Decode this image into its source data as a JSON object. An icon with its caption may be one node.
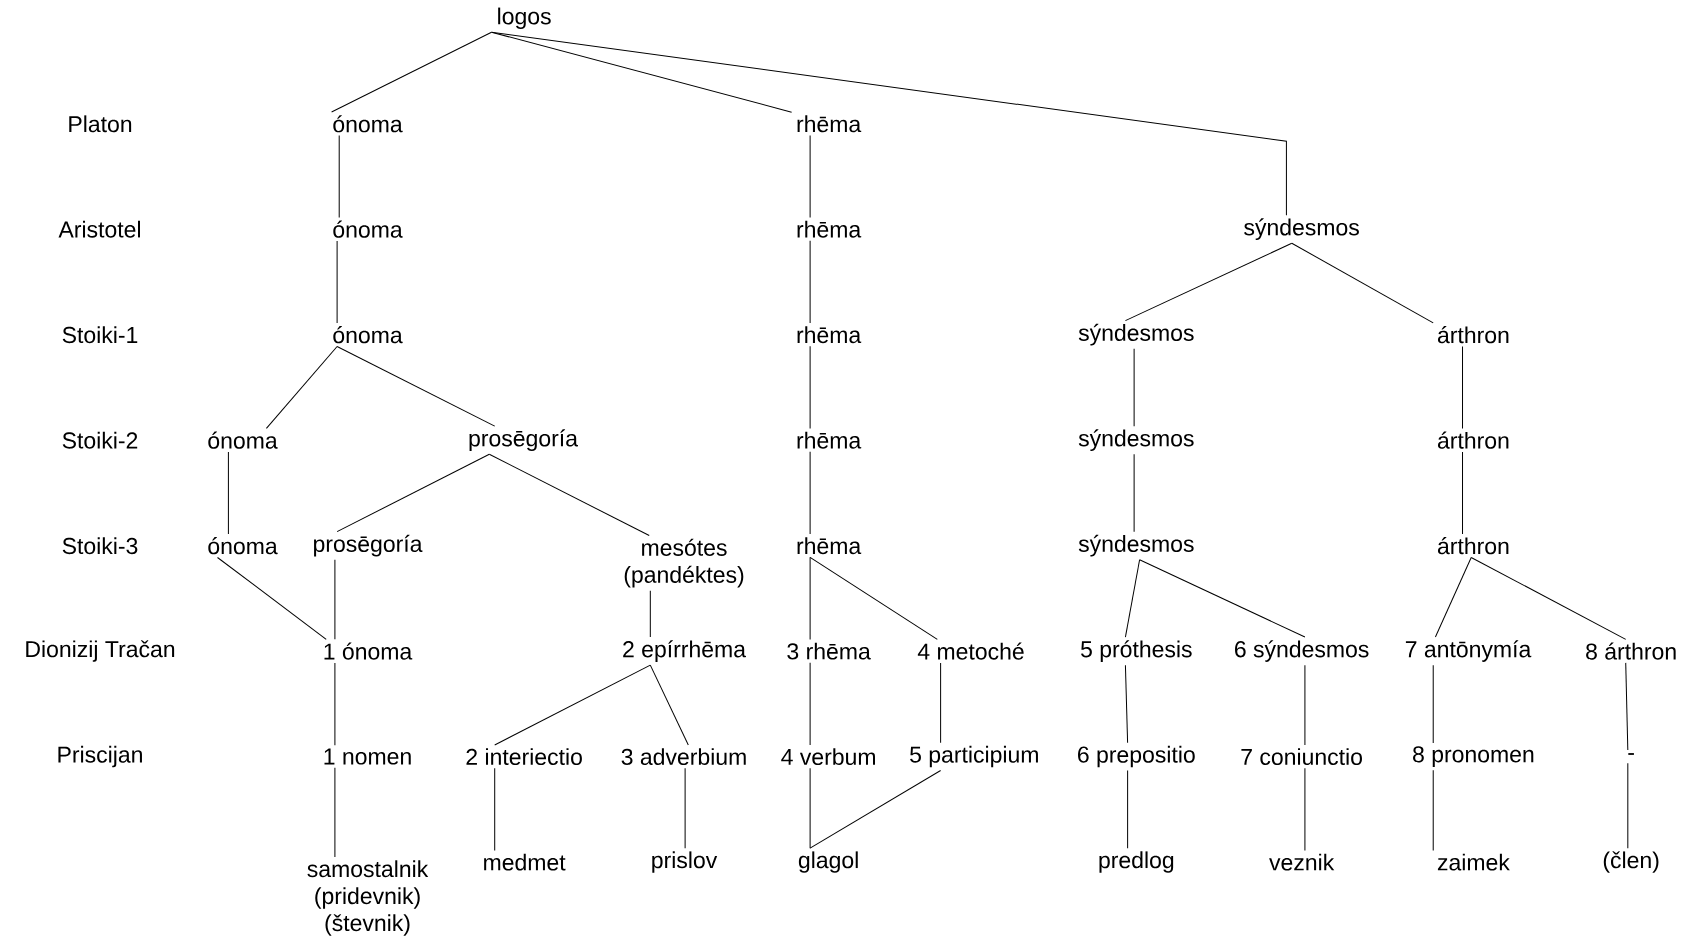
{
  "diagram": {
    "nodes": [
      {
        "text": [
          "logos"
        ]
      },
      {
        "text": [
          "ónoma"
        ]
      },
      {
        "text": [
          "rhēma"
        ]
      },
      {
        "text": [
          "ónoma"
        ]
      },
      {
        "text": [
          "rhēma"
        ]
      },
      {
        "text": [
          "sýndesmos"
        ]
      },
      {
        "text": [
          "ónoma"
        ]
      },
      {
        "text": [
          "rhēma"
        ]
      },
      {
        "text": [
          "sýndesmos"
        ]
      },
      {
        "text": [
          "árthron"
        ]
      },
      {
        "text": [
          "ónoma"
        ]
      },
      {
        "text": [
          "prosēgoría"
        ]
      },
      {
        "text": [
          "rhēma"
        ]
      },
      {
        "text": [
          "sýndesmos"
        ]
      },
      {
        "text": [
          "árthron"
        ]
      },
      {
        "text": [
          "ónoma"
        ]
      },
      {
        "text": [
          "prosēgoría"
        ]
      },
      {
        "text": [
          "mesótes (pandéktes)"
        ]
      },
      {
        "text": [
          "rhēma"
        ]
      },
      {
        "text": [
          "sýndesmos"
        ]
      },
      {
        "text": [
          "árthron"
        ]
      },
      {
        "text": [
          "1 ónoma"
        ]
      },
      {
        "text": [
          "2 epírrhēma"
        ]
      },
      {
        "text": [
          "3 rhēma"
        ]
      },
      {
        "text": [
          "4 metoché"
        ]
      },
      {
        "text": [
          "5 próthesis"
        ]
      },
      {
        "text": [
          "6 sýndesmos"
        ]
      },
      {
        "text": [
          "7 antōnymía"
        ]
      },
      {
        "text": [
          "8 árthron"
        ]
      },
      {
        "text": [
          "1 nomen"
        ]
      },
      {
        "text": [
          "2 interiectio"
        ]
      },
      {
        "text": [
          "3 adverbium"
        ]
      },
      {
        "text": [
          "4 verbum"
        ]
      },
      {
        "text": [
          "5 participium"
        ]
      },
      {
        "text": [
          "6 prepositio"
        ]
      },
      {
        "text": [
          "7 coniunctio"
        ]
      },
      {
        "text": [
          "8 pronomen"
        ]
      },
      {
        "text": [
          "-"
        ]
      },
      {
        "text": [
          "samostalnik (pridevnik) (števnik)"
        ]
      },
      {
        "text": [
          "medmet"
        ]
      },
      {
        "text": [
          "prislov"
        ]
      },
      {
        "text": [
          "glagol"
        ]
      },
      {
        "text": [
          "predlog"
        ]
      },
      {
        "text": [
          "veznik"
        ]
      },
      {
        "text": [
          "zaimek"
        ]
      },
      {
        "text": [
          "(člen)"
        ]
      }
    ],
    "edges": [
      {
        "from": 0,
        "to": 1,
        "arrow": "none"
      },
      {
        "from": 0,
        "to": 2,
        "arrow": "none"
      },
      {
        "from": 0,
        "to": 5,
        "arrow": "none"
      },
      {
        "from": 1,
        "to": 3,
        "arrow": "none"
      },
      {
        "from": 3,
        "to": 6,
        "arrow": "none"
      },
      {
        "from": 2,
        "to": 4,
        "arrow": "none"
      },
      {
        "from": 4,
        "to": 7,
        "arrow": "none"
      },
      {
        "from": 7,
        "to": 12,
        "arrow": "none"
      },
      {
        "from": 12,
        "to": 18,
        "arrow": "none"
      },
      {
        "from": 5,
        "to": 8,
        "arrow": "none"
      },
      {
        "from": 5,
        "to": 9,
        "arrow": "none"
      },
      {
        "from": 8,
        "to": 13,
        "arrow": "none"
      },
      {
        "from": 13,
        "to": 19,
        "arrow": "none"
      },
      {
        "from": 9,
        "to": 14,
        "arrow": "none"
      },
      {
        "from": 14,
        "to": 20,
        "arrow": "none"
      },
      {
        "from": 6,
        "to": 10,
        "arrow": "none"
      },
      {
        "from": 6,
        "to": 11,
        "arrow": "none"
      },
      {
        "from": 10,
        "to": 15,
        "arrow": "none"
      },
      {
        "from": 11,
        "to": 16,
        "arrow": "none"
      },
      {
        "from": 11,
        "to": 17,
        "arrow": "none"
      },
      {
        "from": 15,
        "to": 21,
        "arrow": "none"
      },
      {
        "from": 16,
        "to": 21,
        "arrow": "none"
      },
      {
        "from": 17,
        "to": 22,
        "arrow": "none"
      },
      {
        "from": 18,
        "to": 23,
        "arrow": "none"
      },
      {
        "from": 18,
        "to": 24,
        "arrow": "none"
      },
      {
        "from": 19,
        "to": 25,
        "arrow": "none"
      },
      {
        "from": 19,
        "to": 26,
        "arrow": "none"
      },
      {
        "from": 20,
        "to": 27,
        "arrow": "none"
      },
      {
        "from": 20,
        "to": 28,
        "arrow": "none"
      },
      {
        "from": 21,
        "to": 29,
        "arrow": "none"
      },
      {
        "from": 22,
        "to": 30,
        "arrow": "none"
      },
      {
        "from": 22,
        "to": 31,
        "arrow": "none"
      },
      {
        "from": 23,
        "to": 32,
        "arrow": "none"
      },
      {
        "from": 24,
        "to": 33,
        "arrow": "none"
      },
      {
        "from": 25,
        "to": 34,
        "arrow": "none"
      },
      {
        "from": 26,
        "to": 35,
        "arrow": "none"
      },
      {
        "from": 27,
        "to": 36,
        "arrow": "none"
      },
      {
        "from": 28,
        "to": 37,
        "arrow": "none"
      },
      {
        "from": 29,
        "to": 38,
        "arrow": "none"
      },
      {
        "from": 30,
        "to": 39,
        "arrow": "none"
      },
      {
        "from": 31,
        "to": 40,
        "arrow": "none"
      },
      {
        "from": 32,
        "to": 41,
        "arrow": "none"
      },
      {
        "from": 33,
        "to": 41,
        "arrow": "none"
      },
      {
        "from": 34,
        "to": 42,
        "arrow": "none"
      },
      {
        "from": 35,
        "to": 43,
        "arrow": "none"
      },
      {
        "from": 36,
        "to": 44,
        "arrow": "none"
      },
      {
        "from": 37,
        "to": 45,
        "arrow": "none"
      }
    ],
    "labels": [
      "Platon",
      "Aristotel",
      "Stoiki-1",
      "Stoiki-2",
      "Stoiki-3",
      "Dionizij Tračan",
      "Priscijan"
    ]
  }
}
